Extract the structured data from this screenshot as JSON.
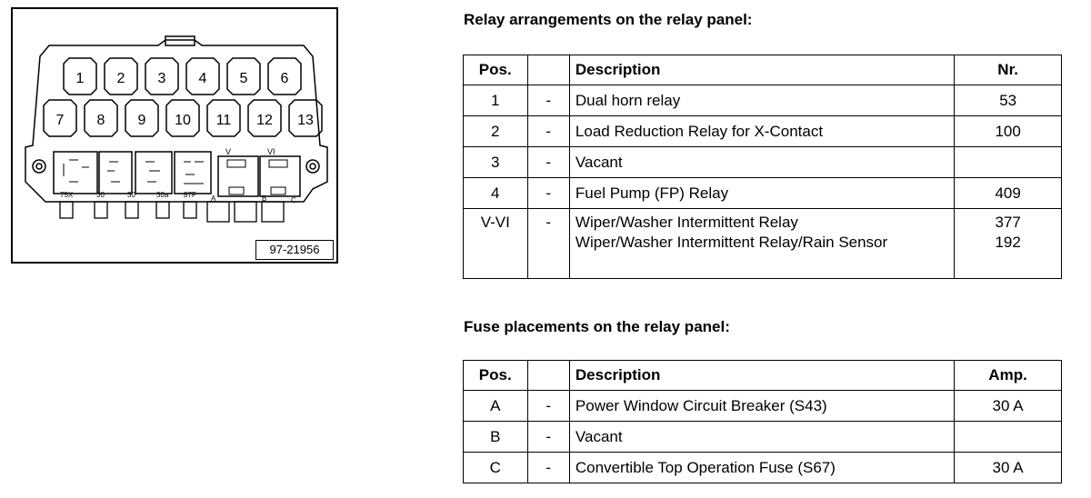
{
  "diagram": {
    "reference_number": "97-21956",
    "relay_slots_top": [
      "1",
      "2",
      "3",
      "4",
      "5",
      "6"
    ],
    "relay_slots_bottom": [
      "7",
      "8",
      "9",
      "10",
      "11",
      "12",
      "13"
    ],
    "roman_labels": [
      "V",
      "VI"
    ],
    "terminal_labels": [
      "75X",
      "30",
      "30",
      "30a",
      "87F"
    ],
    "fuse_labels": [
      "A",
      "B",
      "C"
    ]
  },
  "relay_section": {
    "heading": "Relay arrangements on the relay panel:",
    "columns": {
      "pos": "Pos.",
      "dash": "",
      "description": "Description",
      "nr": "Nr."
    },
    "rows": [
      {
        "pos": "1",
        "dash": "-",
        "description": [
          "Dual horn relay"
        ],
        "nr": [
          "53"
        ]
      },
      {
        "pos": "2",
        "dash": "-",
        "description": [
          "Load Reduction Relay for X-Contact"
        ],
        "nr": [
          "100"
        ]
      },
      {
        "pos": "3",
        "dash": "-",
        "description": [
          "Vacant"
        ],
        "nr": [
          ""
        ]
      },
      {
        "pos": "4",
        "dash": "-",
        "description": [
          "Fuel Pump (FP) Relay"
        ],
        "nr": [
          "409"
        ]
      },
      {
        "pos": "V-VI",
        "dash": "-",
        "description": [
          "Wiper/Washer Intermittent Relay",
          "Wiper/Washer Intermittent Relay/Rain Sensor"
        ],
        "nr": [
          "377",
          "192"
        ]
      }
    ]
  },
  "fuse_section": {
    "heading": "Fuse placements on the relay panel:",
    "columns": {
      "pos": "Pos.",
      "dash": "",
      "description": "Description",
      "amp": "Amp."
    },
    "rows": [
      {
        "pos": "A",
        "dash": "-",
        "description": "Power Window Circuit Breaker (S43)",
        "amp": "30 A"
      },
      {
        "pos": "B",
        "dash": "-",
        "description": "Vacant",
        "amp": ""
      },
      {
        "pos": "C",
        "dash": "-",
        "description": "Convertible Top Operation Fuse (S67)",
        "amp": "30 A"
      }
    ]
  }
}
